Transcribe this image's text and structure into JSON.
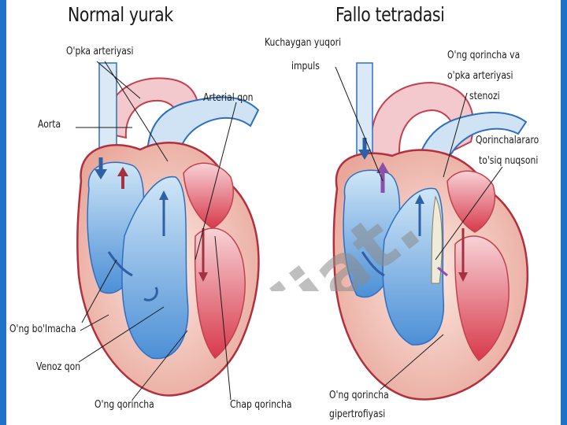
{
  "titles": {
    "left": "Normal yurak",
    "right": "Fallo tetradasi"
  },
  "labels_left": {
    "pulmonary_artery": "O'pka arteriyasi",
    "aorta": "Aorta",
    "arterial_blood": "Arterial qon",
    "right_atrium": "O'ng bo'lmacha",
    "venous_blood": "Venoz qon",
    "right_ventricle": "O'ng qorincha",
    "left_ventricle": "Chap qorincha"
  },
  "labels_right": {
    "impulse_line1": "Kuchaygan yuqori",
    "impulse_line2": "impuls",
    "stenosis_line1": "O'ng qorincha va",
    "stenosis_line2": "o'pka arteriyasi",
    "stenosis_line3": "stenozi",
    "vsd_line1": "Qorinchalararo",
    "vsd_line2": "to'siq nuqsoni",
    "hypertrophy_line1": "O'ng qorincha",
    "hypertrophy_line2": "gipertrofiyasi"
  },
  "watermark": "Hujjat.",
  "colors": {
    "frame": "#1e73c8",
    "oxygenated": "#d8394b",
    "deoxygenated": "#2f6fc0",
    "myocardium": "#f3cfc4",
    "watermark": "#8a8a8a"
  }
}
